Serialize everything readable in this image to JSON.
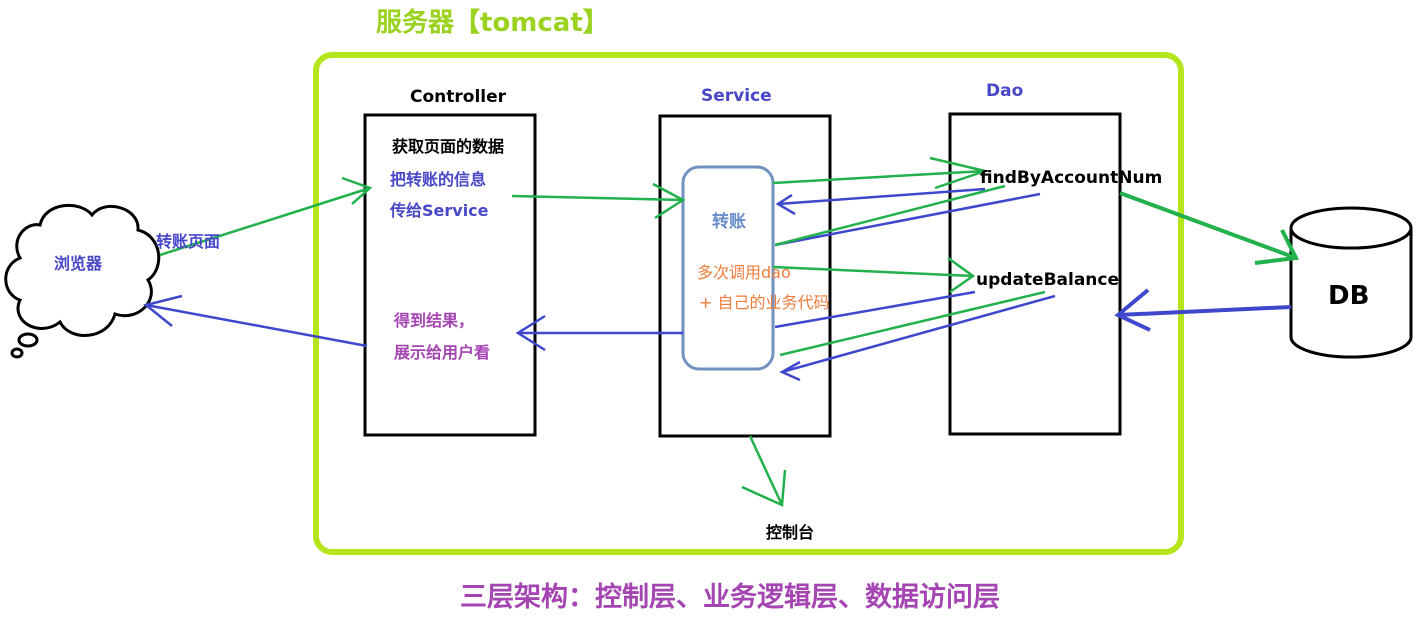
{
  "diagram": {
    "title": "服务器【tomcat】",
    "footer": "三层架构：控制层、业务逻辑层、数据访问层",
    "browser": {
      "label": "浏览器",
      "edge_label": "转账页面"
    },
    "controller": {
      "title": "Controller",
      "line1": "获取页面的数据",
      "line2": "把转账的信息",
      "line3": "传给Service",
      "line4": "得到结果，",
      "line5": "展示给用户看"
    },
    "service": {
      "title": "Service",
      "inner_label": "转账",
      "note1": "多次调用dao",
      "note2": "+ 自己的业务代码"
    },
    "dao": {
      "title": "Dao",
      "method1": "findByAccountNum",
      "method2": "updateBalance"
    },
    "db": {
      "label": "DB"
    },
    "console": {
      "label": "控制台"
    }
  },
  "colors": {
    "server_border": "#b5e61d",
    "server_title": "#9ad21f",
    "green_arrow": "#22b14c",
    "blue_arrow": "#3f48cc",
    "purple_text": "#a445b2",
    "orange_text": "#ef7c3c",
    "inner_box": "#7092be"
  }
}
